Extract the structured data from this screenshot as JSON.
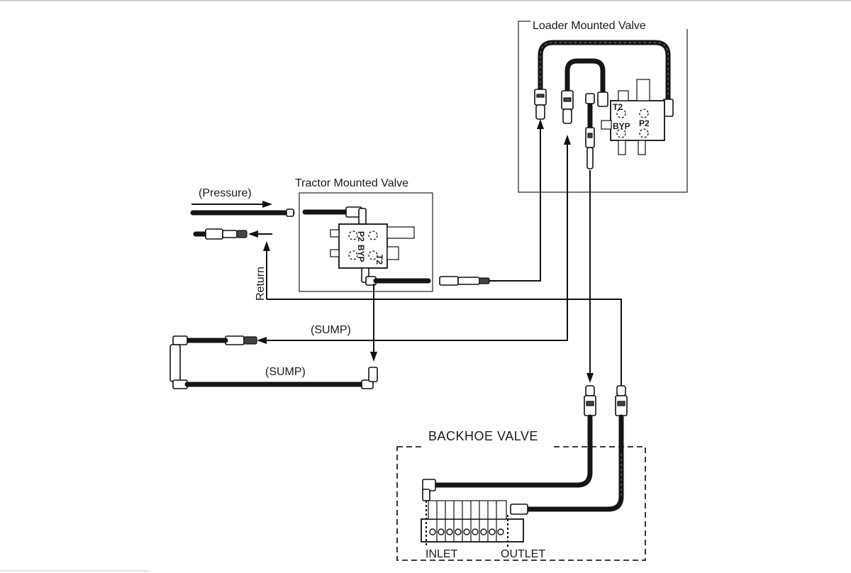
{
  "title": "",
  "labels": {
    "loader_valve": "Loader Mounted Valve",
    "tractor_valve": "Tractor Mounted Valve",
    "backhoe_valve": "BACKHOE VALVE",
    "pressure": "(Pressure)",
    "return": "Return",
    "sump_upper": "(SUMP)",
    "sump_lower": "(SUMP)",
    "inlet": "INLET",
    "outlet": "OUTLET"
  },
  "ports": {
    "loader_t2": "T2",
    "loader_byp": "BYP",
    "loader_p2": "P2",
    "tractor_p2": "P2",
    "tractor_byp": "BYP",
    "tractor_t2": "T2"
  }
}
